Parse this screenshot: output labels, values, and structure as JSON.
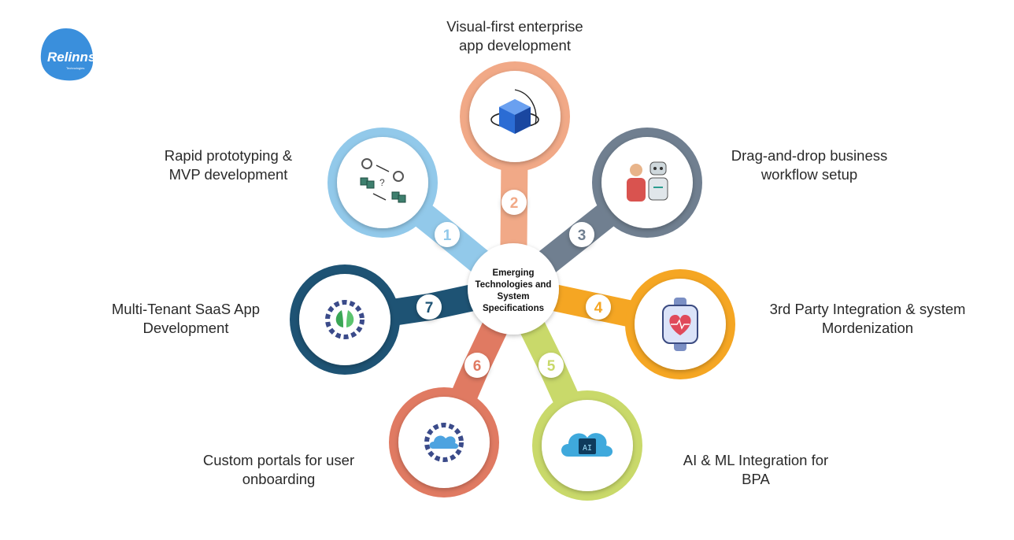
{
  "logo": {
    "name": "Relinns",
    "tagline": "Technologies",
    "color": "#3a8fdc"
  },
  "center": {
    "lines": [
      "Emerging",
      "Technologies and",
      "System",
      "Specifications"
    ]
  },
  "nodes": [
    {
      "number": "1",
      "label_lines": [
        "Rapid prototyping &",
        "MVP development"
      ],
      "color": "#92c9ea",
      "icon": "prototype-flow-icon"
    },
    {
      "number": "2",
      "label_lines": [
        "Visual-first enterprise",
        "app development"
      ],
      "color": "#f1a987",
      "icon": "rotating-cube-icon"
    },
    {
      "number": "3",
      "label_lines": [
        "Drag-and-drop business",
        "workflow setup"
      ],
      "color": "#707f90",
      "icon": "human-robot-icon"
    },
    {
      "number": "4",
      "label_lines": [
        "3rd Party Integration & system",
        "Mordenization"
      ],
      "color": "#f5a623",
      "icon": "smartwatch-heart-icon"
    },
    {
      "number": "5",
      "label_lines": [
        "AI & ML Integration for",
        "BPA"
      ],
      "color": "#c9d96a",
      "icon": "ai-chip-cloud-icon"
    },
    {
      "number": "6",
      "label_lines": [
        "Custom portals for user",
        "onboarding"
      ],
      "color": "#e07a62",
      "icon": "cloud-gear-icon"
    },
    {
      "number": "7",
      "label_lines": [
        "Multi-Tenant SaaS App",
        "Development"
      ],
      "color": "#1e5374",
      "icon": "leaf-gear-icon"
    }
  ]
}
